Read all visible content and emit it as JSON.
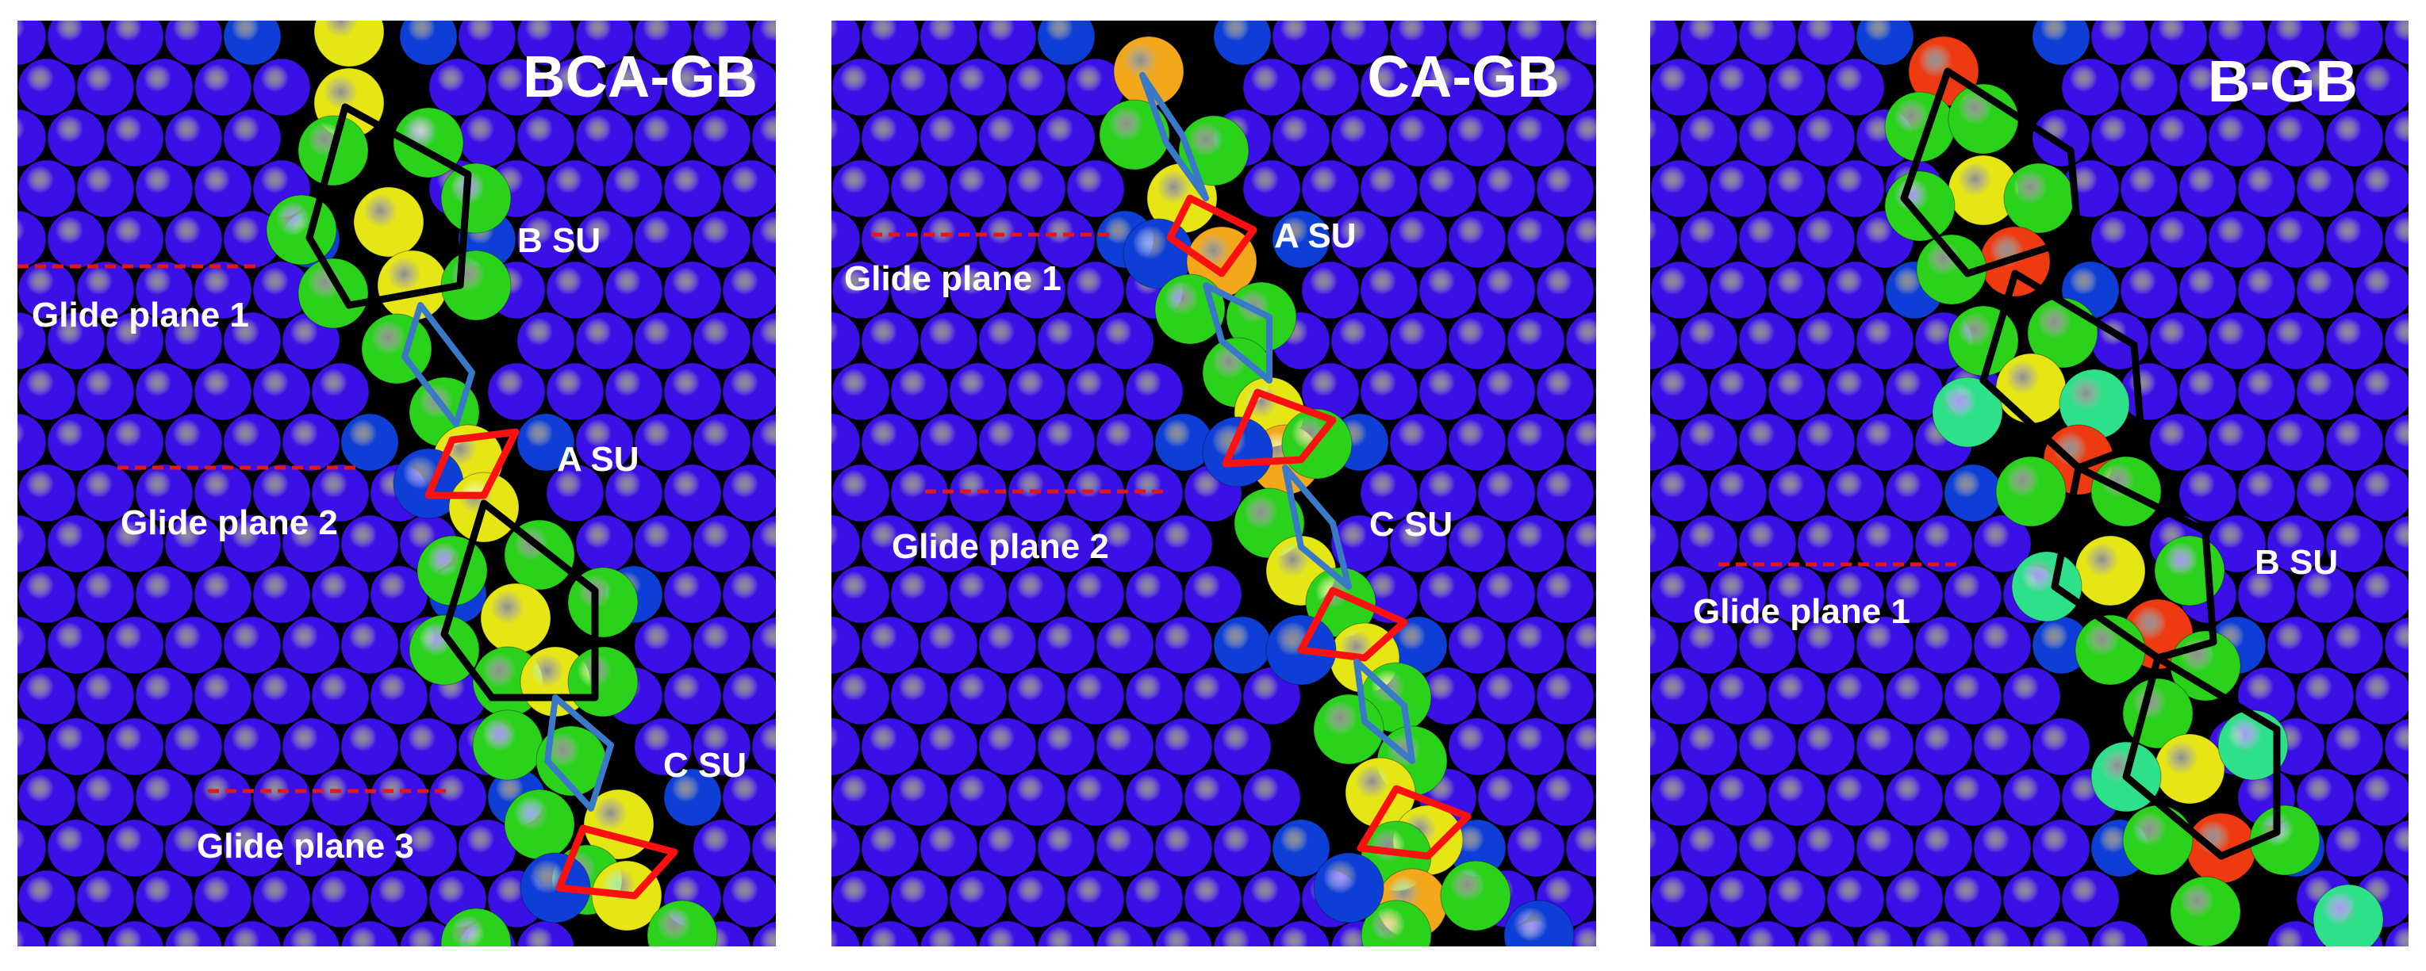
{
  "figure": {
    "background": "#ffffff",
    "panel_background": "#000000",
    "colors": {
      "blue_atom": "#3a10e6",
      "dark_blue_atom": "#0d3fd6",
      "green_atom": "#2ad21c",
      "teal_atom": "#2fe08a",
      "yellow_atom": "#e6e614",
      "orange_atom": "#f2a81a",
      "red_atom": "#ee3a10",
      "pentagon_outline": "#000000",
      "rhombus_outline": "#3a78c8",
      "red_outline": "#ff1010",
      "glide_plane_line": "#e01818",
      "label_text": "#ffffff"
    }
  },
  "panels": [
    {
      "title": "BCA-GB",
      "structural_units": [
        "B SU",
        "A SU",
        "C SU"
      ],
      "glide_planes": [
        "Glide plane 1",
        "Glide plane 2",
        "Glide plane 3"
      ]
    },
    {
      "title": "CA-GB",
      "structural_units": [
        "A SU",
        "C SU"
      ],
      "glide_planes": [
        "Glide plane 1",
        "Glide plane 2"
      ]
    },
    {
      "title": "B-GB",
      "structural_units": [
        "B SU"
      ],
      "glide_planes": [
        "Glide plane 1"
      ]
    }
  ]
}
